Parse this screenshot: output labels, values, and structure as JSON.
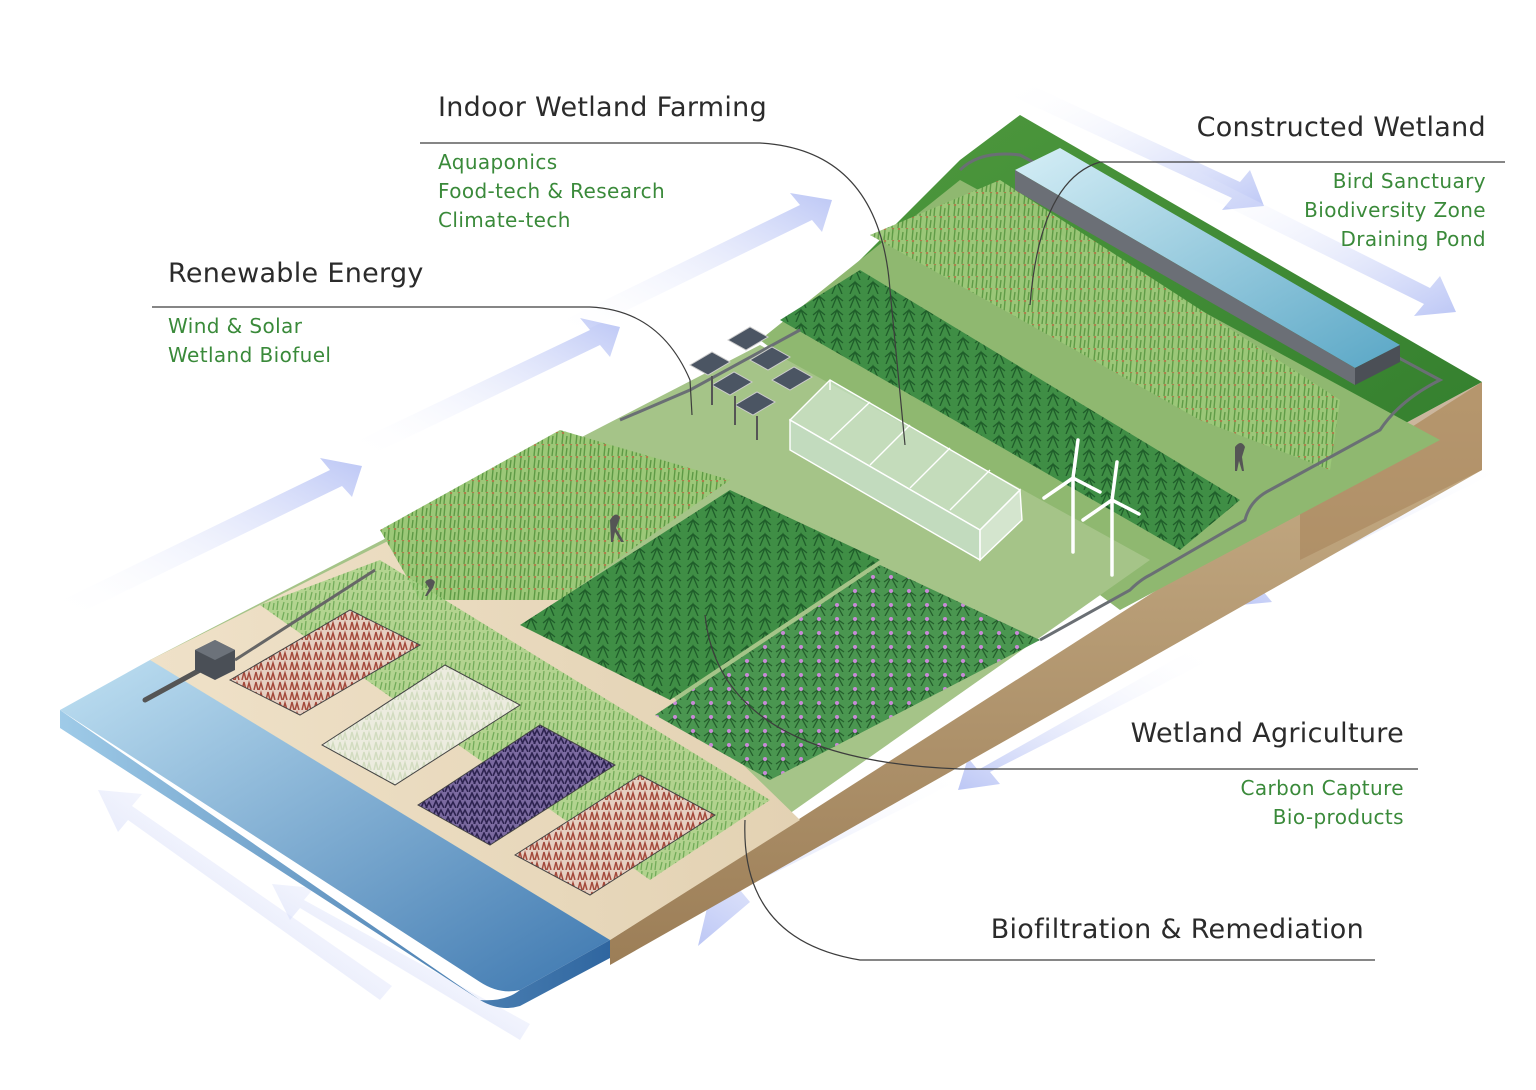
{
  "sections": {
    "indoor": {
      "title": "Indoor Wetland Farming",
      "items": [
        "Aquaponics",
        "Food-tech & Research",
        "Climate-tech"
      ]
    },
    "energy": {
      "title": "Renewable Energy",
      "items": [
        "Wind & Solar",
        "Wetland Biofuel"
      ]
    },
    "constructed": {
      "title": "Constructed Wetland",
      "items": [
        "Bird Sanctuary",
        "Biodiversity Zone",
        "Draining Pond"
      ]
    },
    "agriculture": {
      "title": "Wetland Agriculture",
      "items": [
        "Carbon Capture",
        "Bio-products"
      ]
    },
    "biofiltration": {
      "title": "Biofiltration & Remediation",
      "items": []
    }
  },
  "colors": {
    "title_text": "#2b2b2b",
    "item_text": "#3a8a3a",
    "land_green": "#8fb56f",
    "water_blue": "#4e8cc0",
    "soil_brown": "#b49a75",
    "flow_arrow": "#c9d2f7"
  }
}
